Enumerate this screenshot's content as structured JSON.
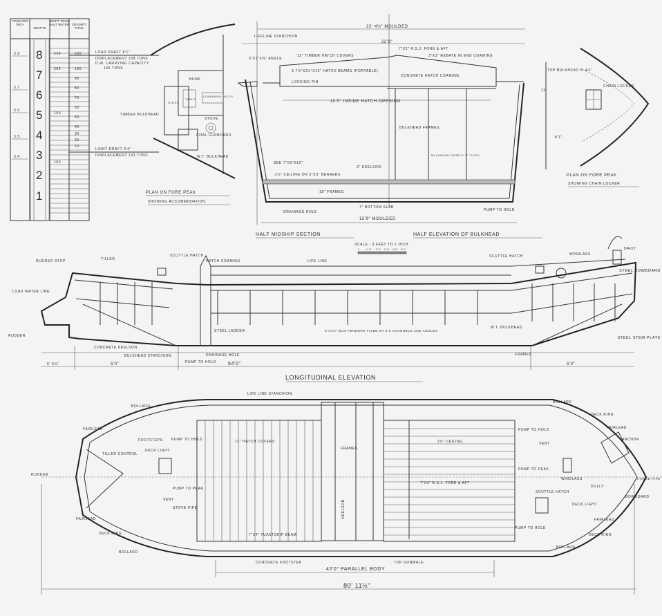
{
  "table": {
    "headers": [
      "Tons per inch",
      "Drafts",
      "Disp't Tons salt water",
      "Deadw't Tons"
    ],
    "drafts": [
      "8",
      "7",
      "6",
      "5",
      "4",
      "3",
      "2",
      "1"
    ],
    "tons_per_inch": [
      "3.8",
      "3.7",
      "3.6",
      "3.5",
      "3.4"
    ],
    "disp_values": [
      "238",
      "200",
      "150",
      "100"
    ],
    "deadweight_values": [
      "105",
      "100",
      "90",
      "80",
      "70",
      "60",
      "50",
      "40",
      "30",
      "20",
      "10"
    ]
  },
  "load_draft": {
    "line1": "Load Draft 8'1\"",
    "line2": "Displacement 238 Tons",
    "line3": "D.W. Carrying Capacity",
    "line4": "105 Tons"
  },
  "light_draft": {
    "line1": "Light Draft 3'4\"",
    "line2": "Displacement 133 Tons"
  },
  "fore_peak_left": {
    "title": "Plan on Fore Peak",
    "subtitle": "Showing Accommodation",
    "labels": [
      "Bunk",
      "Table",
      "Companion Hatch",
      "Steps",
      "Stove",
      "Coal Cupboard",
      "Timber Bulkhead",
      "W.T. Bulkhead"
    ]
  },
  "fore_peak_right": {
    "title": "Plan on Fore Peak",
    "subtitle": "Showing Chain Locker",
    "labels": [
      "Chain Locker",
      "Top Bulkhead 5'-4½\"",
      "13'",
      "8'1\""
    ]
  },
  "section": {
    "dims": [
      "23' 4½\" Moulded",
      "22'9\"",
      "10'0\" Inside Hatch Opening",
      "15'9\" Moulded"
    ],
    "labels": [
      "Lifeline Stanchion",
      "3\"x3\"x⅜\" Angle",
      "12\" Timber Hatch Covers",
      "7\"x2\" R.S.J. Fore & Aft",
      "3\"x3\" Rebate in End Coaming",
      "3 7½\"x2½\"x16\" Hatch Beams (Portable)",
      "Concrete Hatch Coaming",
      "Locking Pin",
      "Bulkhead Frames",
      "Bulkhead Panels 3\" Thick",
      "3\" Keelson",
      "See 7\"x5\"x10\"",
      "2½\" Ceiling on 3\"x3\" Bearers",
      "18\" Frames",
      "Drainage Hole",
      "7\" Bottom Slab",
      "Pump to Hold"
    ],
    "title_left": "Half Midship Section",
    "title_right": "Half Elevation of Bulkhead",
    "scale": "Scale - 3 Feet to 1 Inch",
    "scale_ticks": [
      "0",
      "1'0\"",
      "2'0\"",
      "3'0\"",
      "4'0\"",
      "5'0\""
    ]
  },
  "elevation": {
    "labels": [
      "Rudder Stop",
      "Tiller",
      "Scuttle Hatch",
      "Hatch Coaming",
      "Life Line",
      "Scuttle Hatch",
      "Windlass",
      "Davit",
      "Steel Bowboard",
      "Load Water Line",
      "Rudder",
      "Concrete Keelson",
      "Bulkhead Stanchion",
      "Steel Ladder",
      "Drainage Hole",
      "Pump to Hold",
      "6\"x4½\" Elm Fenders Fixed by 8.5 Channels and Angles",
      "W.T. Bulkhead",
      "Frames",
      "Steel Stem-Plate"
    ],
    "dims": [
      "5' 9½\"",
      "5'0\"",
      "54'0\"",
      "5'0\""
    ],
    "title": "Longitudinal Elevation"
  },
  "plan": {
    "labels": [
      "Life Line Stanchion",
      "Bollard",
      "Fairlead",
      "Footsteps",
      "Deck Light",
      "Tiller Control",
      "Rudder",
      "Pump to Hold",
      "Pump to Peak",
      "Vent",
      "Stove Pipe",
      "Fairlead",
      "Deck Ring",
      "Bollard",
      "12\" Hatch Covers",
      "Frames",
      "Keelson",
      "7\"x4\" Tuastship Beam",
      "Concrete Footstep",
      "Top Gunwale",
      "2½\" Ceiling",
      "7\"x2\" R.S.J. Fore & Aft",
      "Bollard",
      "Deck Ring",
      "Fairlead",
      "Anchor",
      "Pump to Hold",
      "Vent",
      "Pump to Peak",
      "Windlass",
      "Hawse Pipe",
      "Dolly",
      "Scuttle Hatch",
      "Deck Light",
      "Bowboard",
      "Pump to Hold",
      "Fairlead",
      "Deck Ring",
      "Bollard"
    ],
    "dims": [
      "42'0\" Parallel Body",
      "80' 11½\""
    ]
  }
}
